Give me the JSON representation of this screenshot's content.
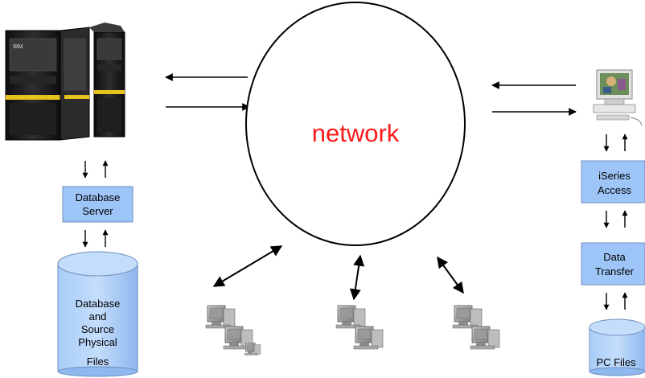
{
  "network": {
    "label": "network"
  },
  "database_server": {
    "lines": [
      "Database",
      "Server"
    ]
  },
  "database_files": {
    "lines": [
      "Database",
      "and",
      "Source",
      "Physical",
      "Files"
    ]
  },
  "iseries_access": {
    "lines": [
      "iSeries",
      "Access"
    ]
  },
  "data_transfer": {
    "lines": [
      "Data",
      "Transfer"
    ]
  },
  "pc_files": {
    "label": "PC Files"
  },
  "server_brand": {
    "text": "IBM"
  },
  "colors": {
    "box_fill": "#9ec5f7",
    "box_stroke": "#6e8fbf",
    "cylinder_fill": "#9ec5f7",
    "network_text": "#ff1a1a",
    "server_body": "#1b1b1b",
    "server_stripe": "#e6c21f"
  }
}
